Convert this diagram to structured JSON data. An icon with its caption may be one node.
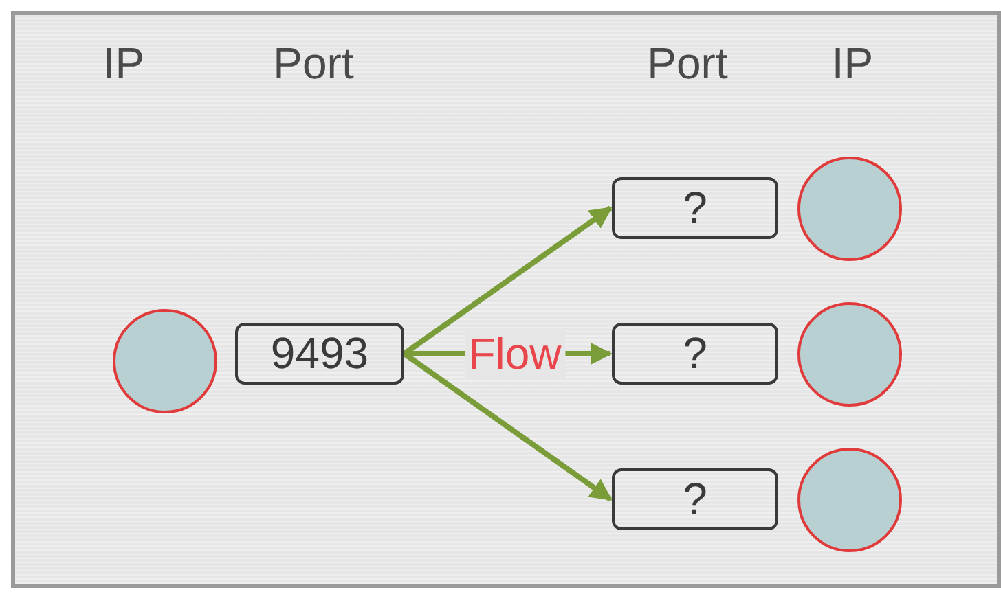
{
  "diagram": {
    "nodes": [
      {
        "text": [],
        "shape": "circle"
      },
      {
        "text": [
          "9493"
        ]
      },
      {
        "text": [
          "?"
        ]
      },
      {
        "text": [
          "?"
        ]
      },
      {
        "text": [
          "?"
        ]
      },
      {
        "text": [],
        "shape": "circle"
      },
      {
        "text": [],
        "shape": "circle"
      },
      {
        "text": [],
        "shape": "circle"
      }
    ],
    "edges": [
      {
        "from": 1,
        "to": 2,
        "arrow": "to"
      },
      {
        "from": 1,
        "to": 3,
        "arrow": "to",
        "label": "Flow"
      },
      {
        "from": 1,
        "to": 4,
        "arrow": "to"
      }
    ],
    "labels": [
      "IP",
      "Port",
      "Port",
      "IP"
    ]
  }
}
